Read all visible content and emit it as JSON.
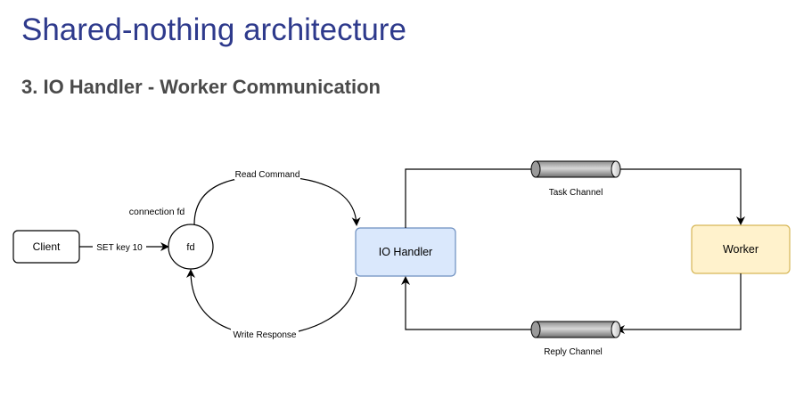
{
  "title": "Shared-nothing architecture",
  "subtitle": "3. IO Handler - Worker Communication",
  "diagram": {
    "nodes": {
      "client": "Client",
      "fd": "fd",
      "io_handler": "IO Handler",
      "worker": "Worker"
    },
    "labels": {
      "connection_fd": "connection fd",
      "set_key": "SET key 10",
      "read_command": "Read Command",
      "write_response": "Write Response",
      "task_channel": "Task Channel",
      "reply_channel": "Reply Channel"
    },
    "colors": {
      "io_handler_fill": "#dae8fc",
      "io_handler_stroke": "#6c8ebf",
      "worker_fill": "#fff2cc",
      "worker_stroke": "#d6b656"
    }
  }
}
